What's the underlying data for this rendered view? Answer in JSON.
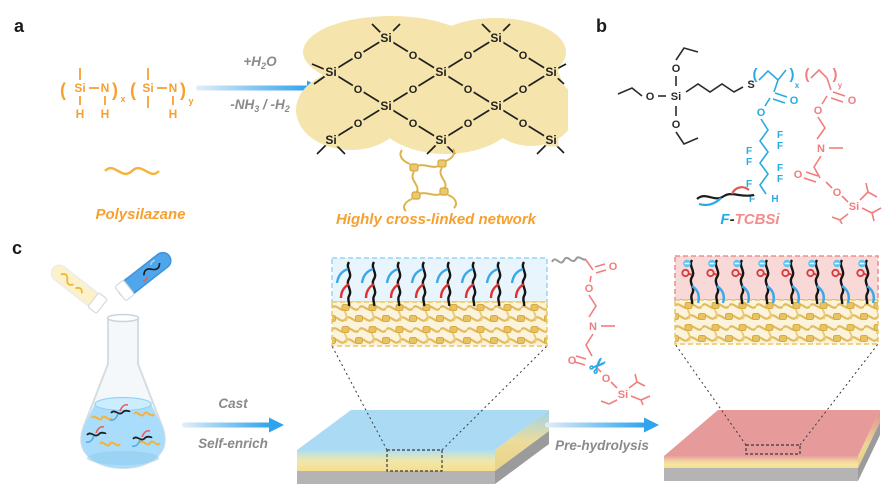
{
  "panel_labels": {
    "a": "a",
    "b": "b",
    "c": "c"
  },
  "atoms": {
    "si": "Si",
    "n": "N",
    "o": "O",
    "h": "H",
    "s": "S",
    "f": "F",
    "x": "x",
    "y": "y",
    "bracket_open": "(",
    "bracket_close": ")"
  },
  "panel_a": {
    "reactant_name": "Polysilazane",
    "product_name": "Highly cross-linked network",
    "arrow_above": {
      "p1": "+H",
      "sub1": "2",
      "p2": "O"
    },
    "arrow_below": {
      "p1": "-NH",
      "sub1": "3",
      "p2": " / -H",
      "sub2": "2"
    }
  },
  "panel_b": {
    "compound_f": "F",
    "compound_sep": "-",
    "compound_name": "TCBSi"
  },
  "panel_c": {
    "arrow1_above": "Cast",
    "arrow1_below": "Self-enrich",
    "arrow2_below": "Pre-hydrolysis",
    "scissors": "✂",
    "charge": "−"
  },
  "colors": {
    "polysilazane_orange": "#F7A030",
    "network_tan": "#DDB44C",
    "network_blob": "#F5E4AB",
    "fluoro_blue": "#29ABE2",
    "tcbsi_pink": "#F17D7D",
    "arrow_blue": "#2FA3EE",
    "label_gray": "#8A8A8A",
    "film_blue": "#ABDBF4",
    "film_yellow": "#F6E294",
    "film_pink": "#E69A9A",
    "substrate_gray": "#B4B4B4"
  }
}
